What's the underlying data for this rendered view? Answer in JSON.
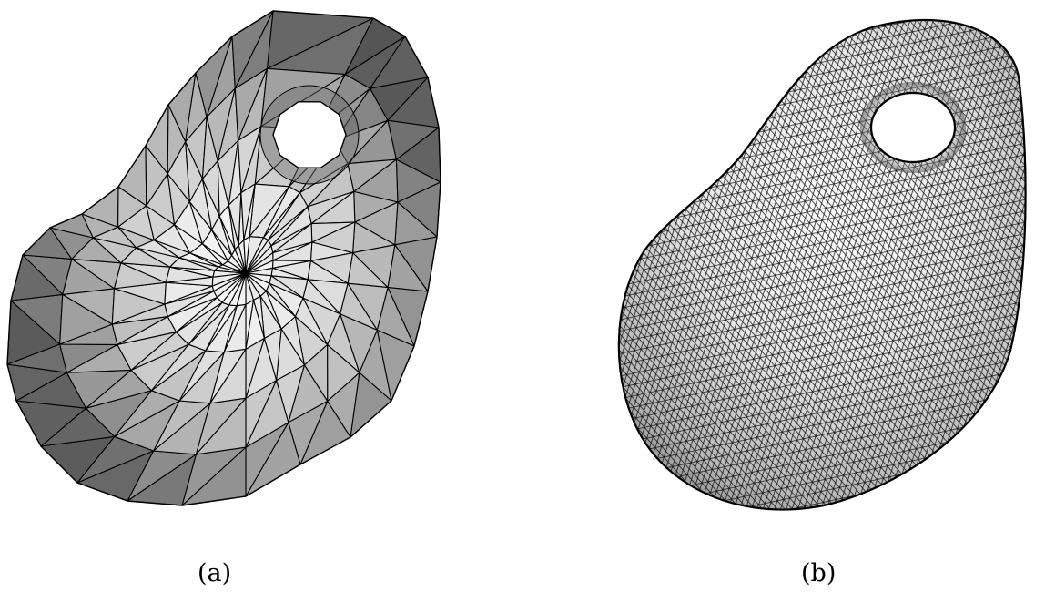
{
  "figure": {
    "panels": [
      {
        "id": "a",
        "caption": "(a)",
        "mesh": "coarse",
        "shading": "flat-gray"
      },
      {
        "id": "b",
        "caption": "(b)",
        "mesh": "fine",
        "shading": "smooth-gray"
      }
    ],
    "colors": {
      "background": "#ffffff",
      "edge": "#000000",
      "face_light": "#f7f7f7",
      "face_mid": "#c4c4c4",
      "face_dark": "#6f6f6f"
    }
  }
}
